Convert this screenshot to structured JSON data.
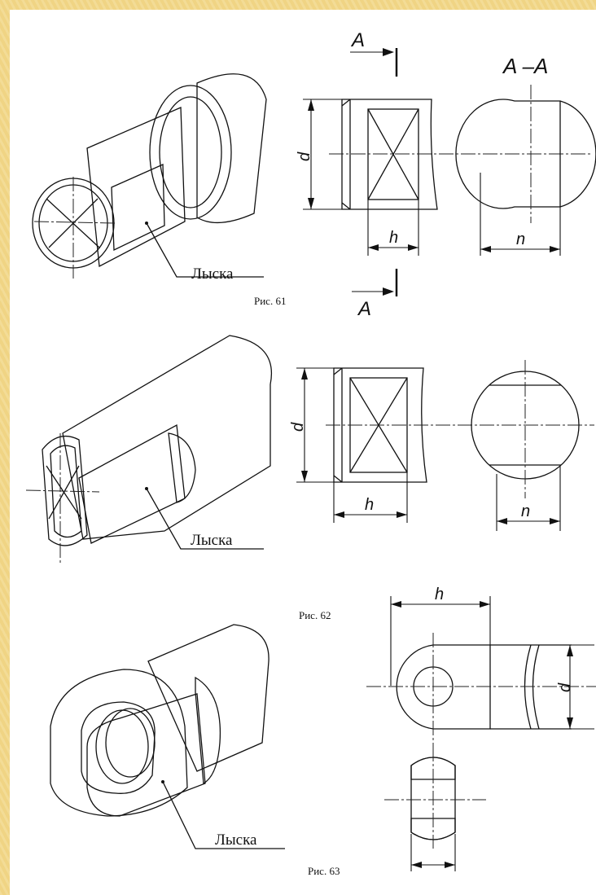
{
  "figures": [
    {
      "caption": "Рис. 61",
      "callout": "Лыска",
      "section_letter_top": "A",
      "section_letter_bottom": "A",
      "section_title": "A –A",
      "dims": {
        "d": "d",
        "h": "h",
        "n": "n"
      }
    },
    {
      "caption": "Рис. 62",
      "callout": "Лыска",
      "dims": {
        "d": "d",
        "h": "h",
        "n": "n"
      }
    },
    {
      "caption": "Рис. 63",
      "callout": "Лыска",
      "dims": {
        "d": "d",
        "h": "h"
      }
    }
  ],
  "colors": {
    "frame": "#f2d88a",
    "sheet": "#ffffff",
    "ink": "#111111"
  }
}
